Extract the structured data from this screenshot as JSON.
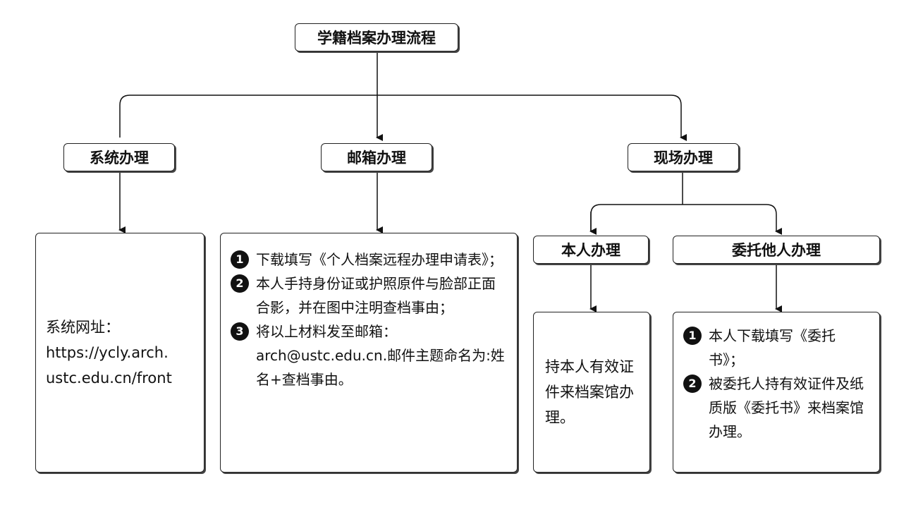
{
  "title": "学籍档案办理流程",
  "methods": {
    "system": {
      "label": "系统办理",
      "detail_line1": "系统网址：",
      "detail_line2": "https://ycly.arch.",
      "detail_line3": "ustc.edu.cn/front"
    },
    "email": {
      "label": "邮箱办理",
      "steps": [
        {
          "num": "1",
          "text": "下载填写《个人档案远程办理申请表》；"
        },
        {
          "num": "2",
          "text": "本人手持身份证或护照原件与脸部正面合影，并在图中注明查档事由；"
        },
        {
          "num": "3",
          "text": "将以上材料发至邮箱：arch@ustc.edu.cn.邮件主题命名为:姓名+查档事由。"
        }
      ]
    },
    "onsite": {
      "label": "现场办理",
      "self": {
        "label": "本人办理",
        "detail": "持本人有效证件来档案馆办理。"
      },
      "delegate": {
        "label": "委托他人办理",
        "steps": [
          {
            "num": "1",
            "text": "本人下载填写《委托书》；"
          },
          {
            "num": "2",
            "text": "被委托人持有效证件及纸质版《委托书》来档案馆办理。"
          }
        ]
      }
    }
  }
}
